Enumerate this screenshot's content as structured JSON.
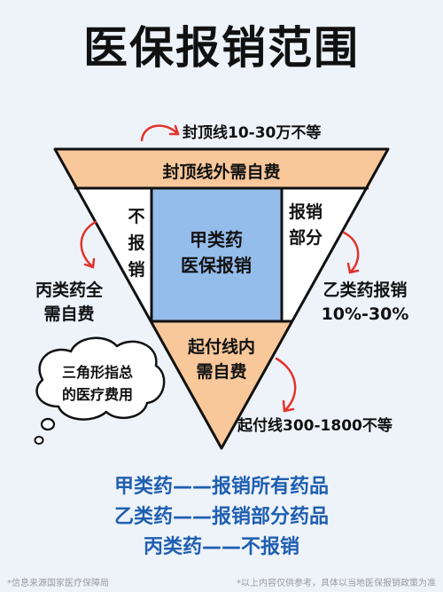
{
  "title": "医保报销范围",
  "ceiling_note": "封顶线10-30万不等",
  "band_top": "封顶线外需自费",
  "left_col": [
    "不",
    "报",
    "销"
  ],
  "center_box": [
    "甲类药",
    "医保报销"
  ],
  "right_col": [
    "报销",
    "部分"
  ],
  "bottom_band": [
    "起付线内",
    "需自费"
  ],
  "left_note": [
    "丙类药全",
    "需自费"
  ],
  "right_note": [
    "乙类药报销",
    "10%-30%"
  ],
  "bubble": [
    "三角形指总",
    "的医疗费用"
  ],
  "deductible_note": "起付线300-1800不等",
  "list": [
    "甲类药——报销所有药品",
    "乙类药——报销部分药品",
    "丙类药——不报销"
  ],
  "footer_left": "*信息来源国家医疗保障局",
  "footer_right": "*以上内容仅供参考，具体以当地医保报销政策为准",
  "colors": {
    "orange": "#f8c79a",
    "blue": "#95bdec",
    "white": "#ffffff",
    "outline": "#111111",
    "arrow_red": "#e0342a",
    "text_blue": "#1f5fb0",
    "background": "#eef3fa"
  }
}
